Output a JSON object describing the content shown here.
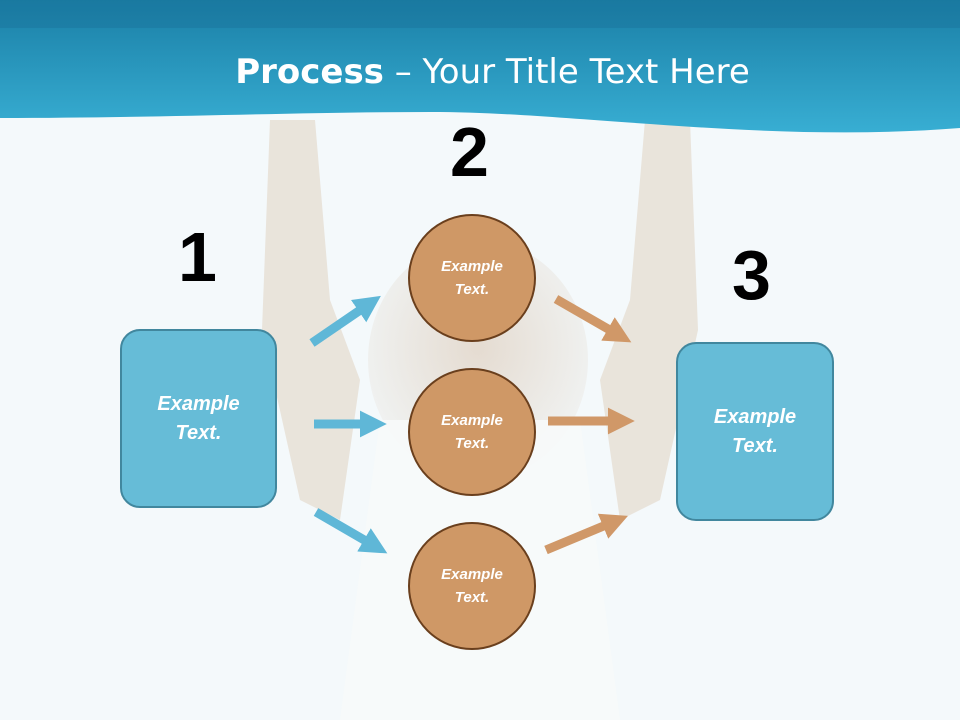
{
  "slide": {
    "title_bold": "Process",
    "title_rest": " – Your Title Text Here"
  },
  "colors": {
    "header": "#2f9fc4",
    "box_fill": "#66bcd7",
    "box_border": "#41879e",
    "circle_fill": "#cf9866",
    "circle_border": "#6a3f1d",
    "arrow_blue": "#5fb7d7",
    "arrow_tan": "#d09868"
  },
  "steps": [
    {
      "number": "1",
      "text": "Example\nText."
    },
    {
      "number": "2",
      "items": [
        "Example\nText.",
        "Example\nText.",
        "Example\nText."
      ]
    },
    {
      "number": "3",
      "text": "Example\nText."
    }
  ]
}
